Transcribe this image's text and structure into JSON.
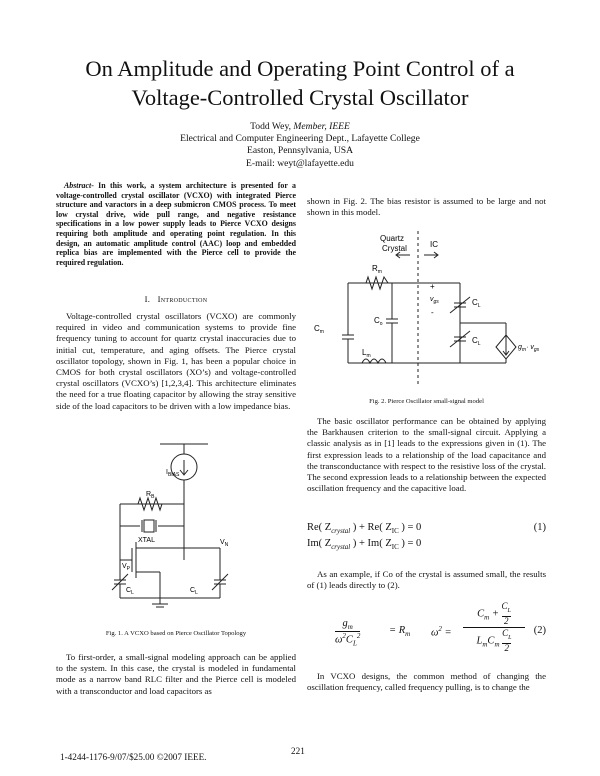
{
  "title": {
    "line1": "On Amplitude and Operating Point Control of a",
    "line2": "Voltage-Controlled Crystal Oscillator"
  },
  "author": {
    "name": "Todd Wey,",
    "membership": "Member, IEEE",
    "affiliation": "Electrical and Computer Engineering Dept., Lafayette College",
    "location": "Easton, Pennsylvania, USA",
    "email": "E-mail:  weyt@lafayette.edu"
  },
  "abstract": {
    "label": "Abstract",
    "text": "- In this work, a system architecture is presented for a voltage-controlled crystal oscillator (VCXO) with integrated Pierce structure and varactors in a deep submicron CMOS process.  To meet low crystal drive, wide pull range, and negative resistance specifications in a low power supply leads to Pierce VCXO designs requiring both amplitude and operating point regulation.  In this design, an automatic amplitude control (AAC) loop and embedded replica bias are implemented with the Pierce cell to provide the required regulation."
  },
  "section1": {
    "number": "I.",
    "heading": "Introduction"
  },
  "paragraphs_left": [
    "Voltage-controlled crystal oscillators (VCXO) are commonly required in video and communication systems to provide fine frequency tuning to account for quartz crystal inaccuracies due to initial cut, temperature, and aging offsets. The Pierce crystal oscillator topology, shown in Fig. 1, has been a popular choice in CMOS for both crystal oscillators (XO’s) and voltage-controlled crystal oscillators (VCXO’s) [1,2,3,4].   This architecture eliminates the need for a true floating capacitor by allowing the stray sensitive side of the load capacitors to be driven with a low impedance bias.",
    "To first-order, a small-signal modeling approach can be applied to the system. In this case, the crystal is modeled in fundamental mode as a narrow band RLC filter and the Pierce cell is modeled with a transconductor and load capacitors as"
  ],
  "fig1": {
    "caption": "Fig. 1.  A VCXO based on Pierce Oscillator Topology",
    "labels": {
      "ibias": "I",
      "ibias_sub": "BIAS",
      "rb": "R",
      "rb_sub": "B",
      "xtal": "XTAL",
      "vp": "V",
      "vp_sub": "P",
      "vn": "V",
      "vn_sub": "N",
      "cl1": "C",
      "cl1_sub": "L",
      "cl2": "C",
      "cl2_sub": "L"
    }
  },
  "right_top": "shown in Fig. 2.  The bias resistor is assumed to be large and not shown in this model.",
  "fig2": {
    "caption": "Fig. 2.  Pierce Oscillator small-signal model",
    "labels": {
      "quartz": "Quartz",
      "crystal": "Crystal",
      "ic": "IC",
      "rm": "R",
      "rm_sub": "m",
      "cm": "C",
      "cm_sub": "m",
      "co": "C",
      "co_sub": "o",
      "lm": "L",
      "lm_sub": "m",
      "vgs": "v",
      "vgs_sub": "gs",
      "plus": "+",
      "minus": "-",
      "cl1": "C",
      "cl1_sub": "L",
      "cl2": "C",
      "cl2_sub": "L",
      "gm": "g",
      "gm_sub": "m",
      "gm_rest": "· v",
      "gm_rest_sub": "gs"
    }
  },
  "paragraphs_right": [
    "The basic oscillator performance can be obtained by applying the Barkhausen criterion to the small-signal circuit.  Applying a classic analysis as in [1] leads to the expressions given in (1).  The first expression leads to a relationship of the load capacitance and the transconductance with respect to the resistive loss of the crystal.  The second expression leads to a relationship between the expected oscillation frequency and the capacitive load.",
    "As an example, if Co of the crystal is assumed small, the results of (1) leads directly to (2).",
    "In VCXO designs, the common method of changing the oscillation frequency, called frequency pulling, is to change the"
  ],
  "eq1": {
    "line1": "Re( Z",
    "line1_sub1": "crystal",
    "line1_mid": " ) + Re( Z",
    "line1_sub2": "IC",
    "line1_end": " ) = 0",
    "line2": "Im( Z",
    "line2_sub1": "crystal",
    "line2_mid": " ) + Im( Z",
    "line2_sub2": "IC",
    "line2_end": " ) = 0",
    "number": "(1)"
  },
  "eq2": {
    "gm": "g",
    "gm_sub": "m",
    "den_w": "ω",
    "den_sup": "2",
    "den_c": "C",
    "den_c_sub": "L",
    "den_c_sup": "2",
    "eq_rm": "= R",
    "eq_rm_sub": "m",
    "w2": "ω",
    "w2_sup": "2",
    "eqsign": "=",
    "num_cm": "C",
    "num_cm_sub": "m",
    "num_plus": "+",
    "num_cl": "C",
    "num_cl_sub": "L",
    "two": "2",
    "den_lm": "L",
    "den_lm_sub": "m",
    "den_cm": "C",
    "den_cm_sub": "m",
    "den_cl": "C",
    "den_cl_sub": "L",
    "two_b": "2",
    "number": "(2)"
  },
  "footer": {
    "isbn": "1-4244-1176-9/07/$25.00 ©2007 IEEE.",
    "page": "221"
  }
}
